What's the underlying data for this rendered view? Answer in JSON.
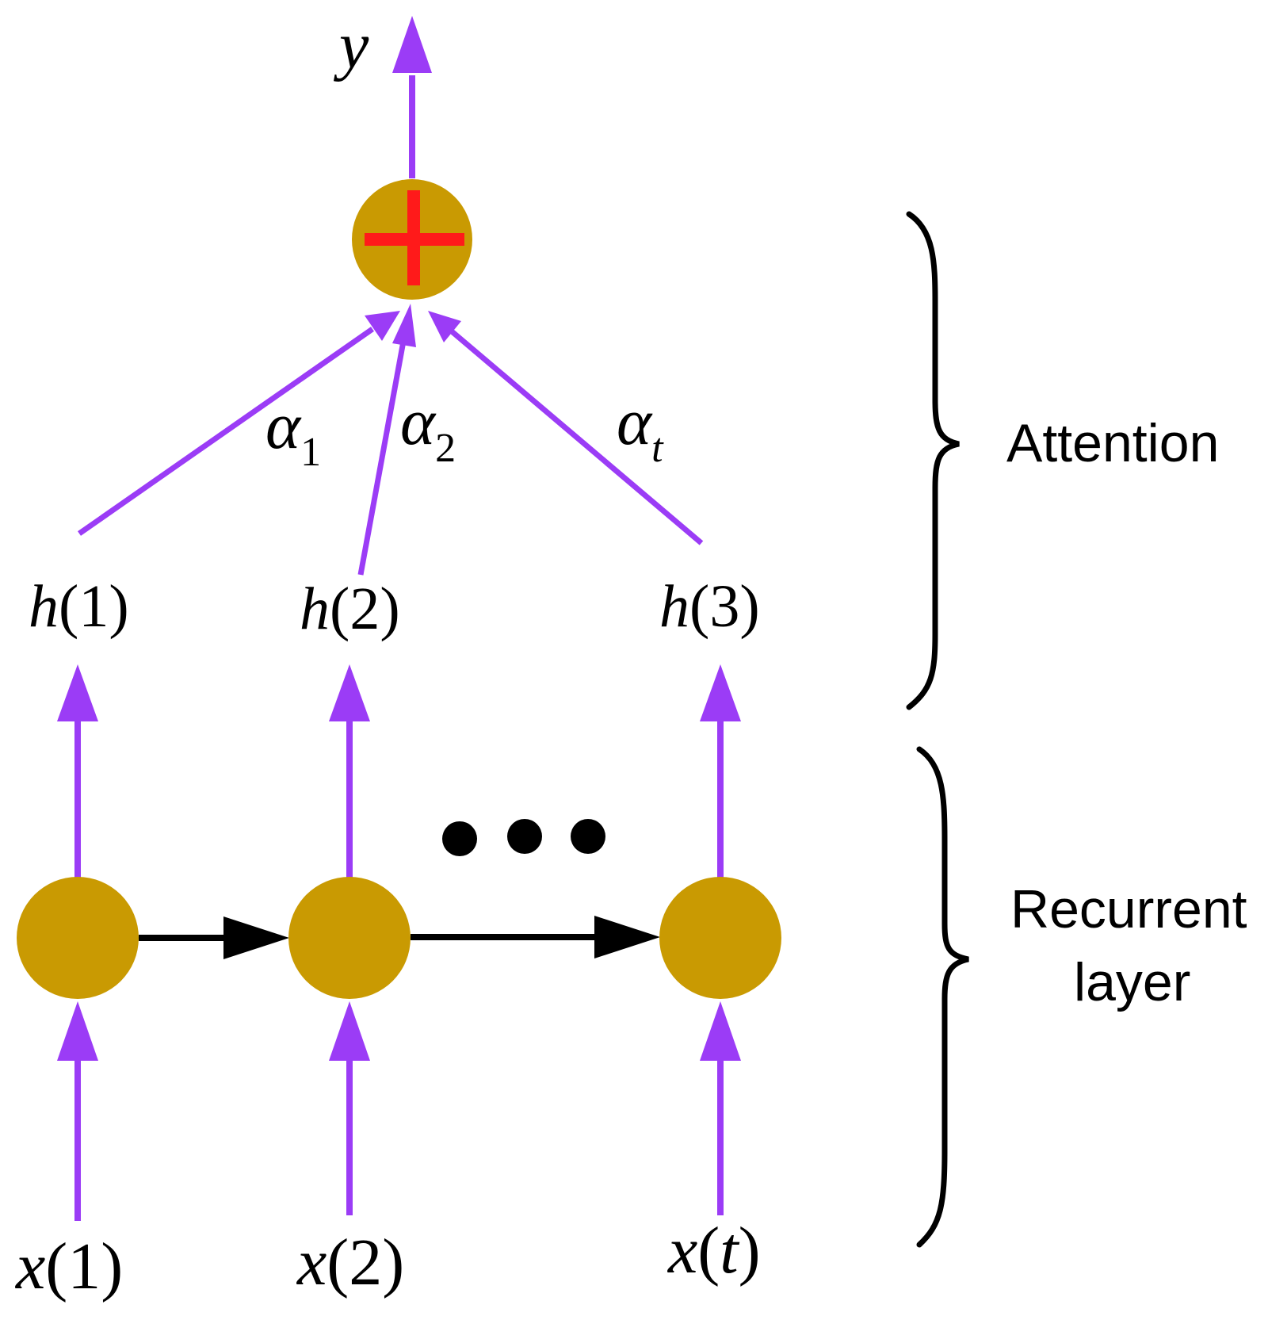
{
  "colors": {
    "arrow": "#9b3cf6",
    "node": "#c99a02",
    "plus": "#ff1a1a",
    "recurrent_arrow": "#000000",
    "brace": "#000000",
    "text": "#000000"
  },
  "output": {
    "var": "y"
  },
  "sum_node": {
    "symbol": "+"
  },
  "weights": [
    {
      "sym": "α",
      "sub": "1"
    },
    {
      "sym": "α",
      "sub": "2"
    },
    {
      "sym": "α",
      "sub": "t"
    }
  ],
  "hidden": [
    {
      "var": "h",
      "open": "(",
      "idx": "1",
      "close": ")"
    },
    {
      "var": "h",
      "open": "(",
      "idx": "2",
      "close": ")"
    },
    {
      "var": "h",
      "open": "(",
      "idx": "3",
      "close": ")"
    }
  ],
  "inputs": [
    {
      "var": "x",
      "open": "(",
      "idx": "1",
      "close": ")"
    },
    {
      "var": "x",
      "open": "(",
      "idx": "2",
      "close": ")"
    },
    {
      "var": "x",
      "open": "(",
      "idx": "t",
      "close": ")"
    }
  ],
  "brace_labels": {
    "attention": "Attention",
    "recurrent_line1": "Recurrent",
    "recurrent_line2": "layer"
  }
}
